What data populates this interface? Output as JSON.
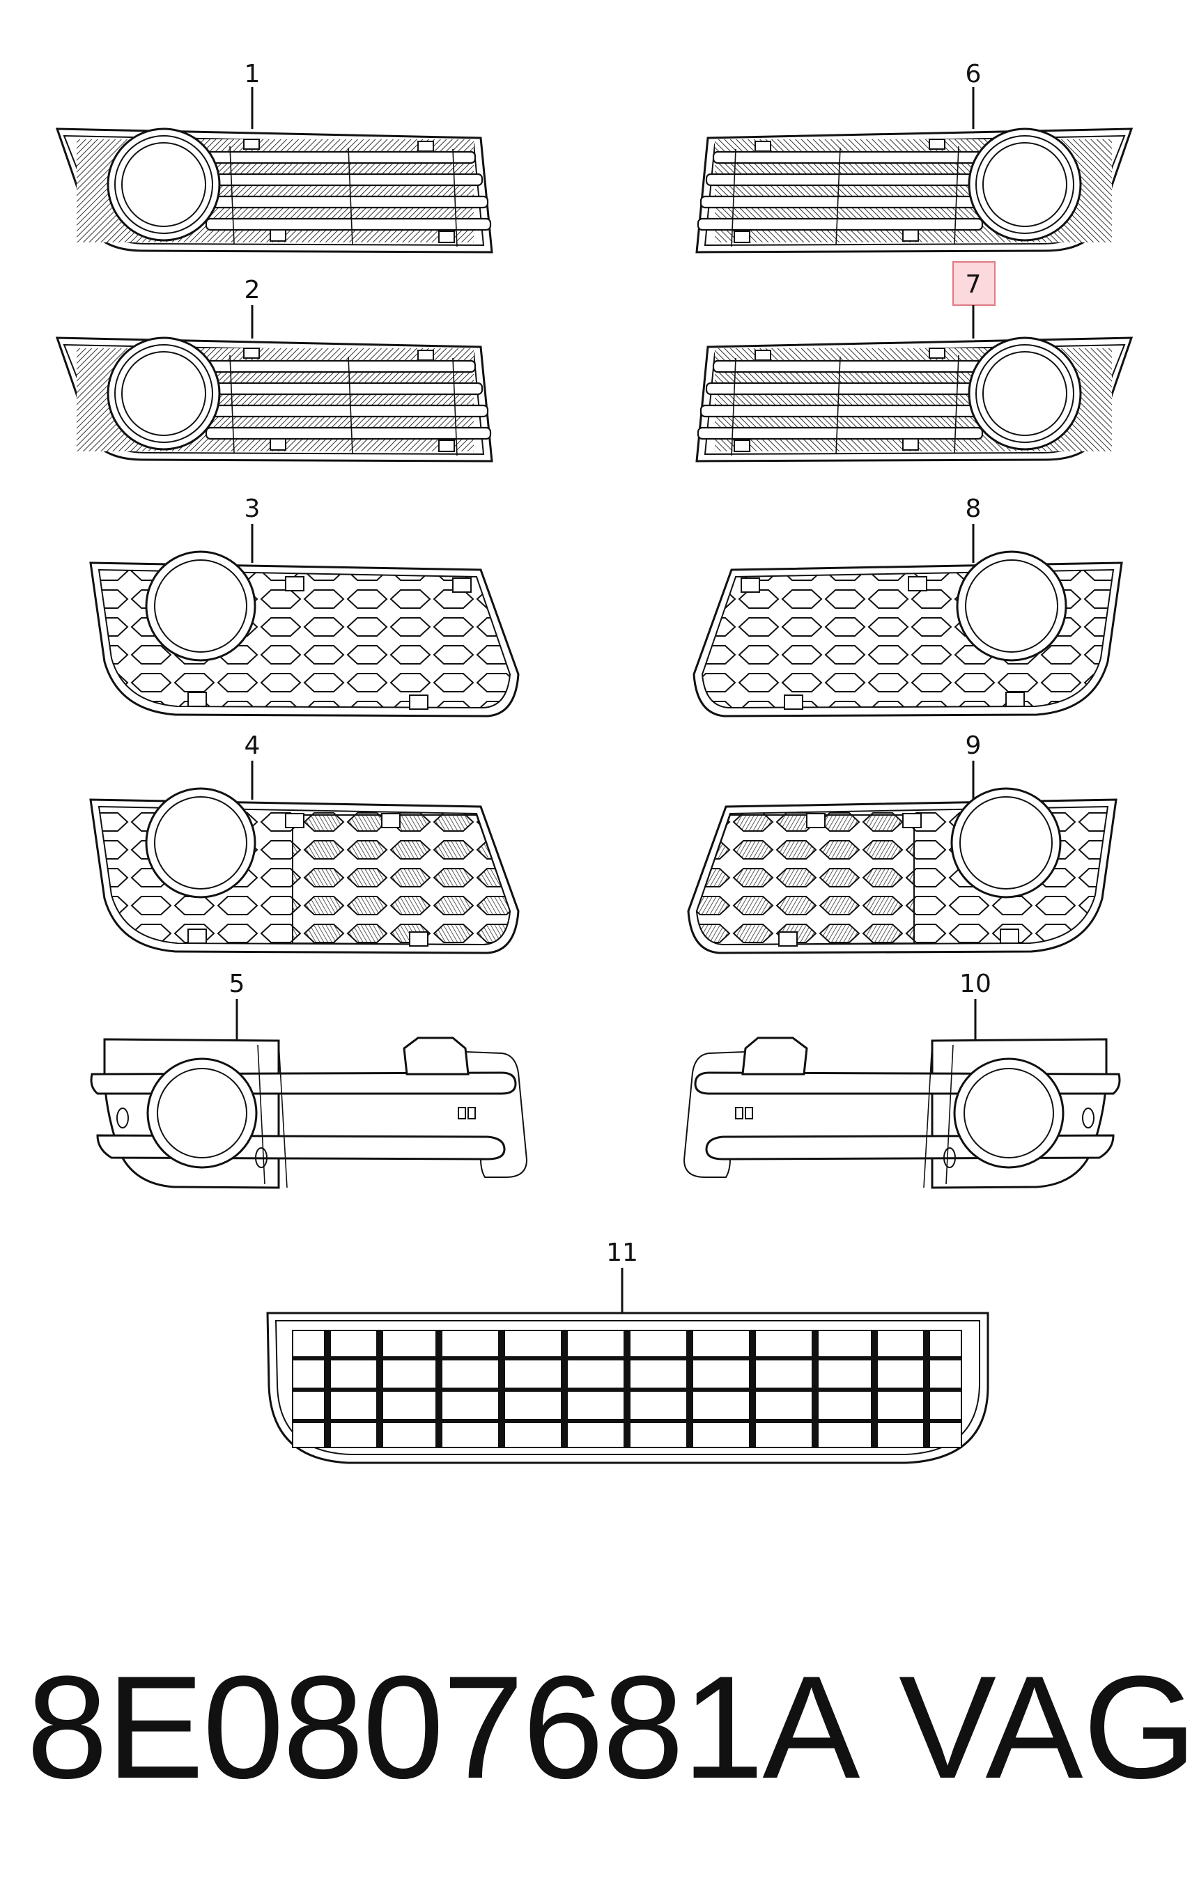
{
  "diagram": {
    "callouts": [
      {
        "id": "1",
        "label": "1",
        "highlighted": false
      },
      {
        "id": "2",
        "label": "2",
        "highlighted": false
      },
      {
        "id": "3",
        "label": "3",
        "highlighted": false
      },
      {
        "id": "4",
        "label": "4",
        "highlighted": false
      },
      {
        "id": "5",
        "label": "5",
        "highlighted": false
      },
      {
        "id": "6",
        "label": "6",
        "highlighted": false
      },
      {
        "id": "7",
        "label": "7",
        "highlighted": true
      },
      {
        "id": "8",
        "label": "8",
        "highlighted": false
      },
      {
        "id": "9",
        "label": "9",
        "highlighted": false
      },
      {
        "id": "10",
        "label": "10",
        "highlighted": false
      },
      {
        "id": "11",
        "label": "11",
        "highlighted": false
      }
    ],
    "highlight_color": "#fbd9dc",
    "highlight_border": "#e07a85",
    "line_color": "#111111"
  },
  "footer": {
    "part_number": "8E0807681A",
    "brand": "VAG"
  }
}
